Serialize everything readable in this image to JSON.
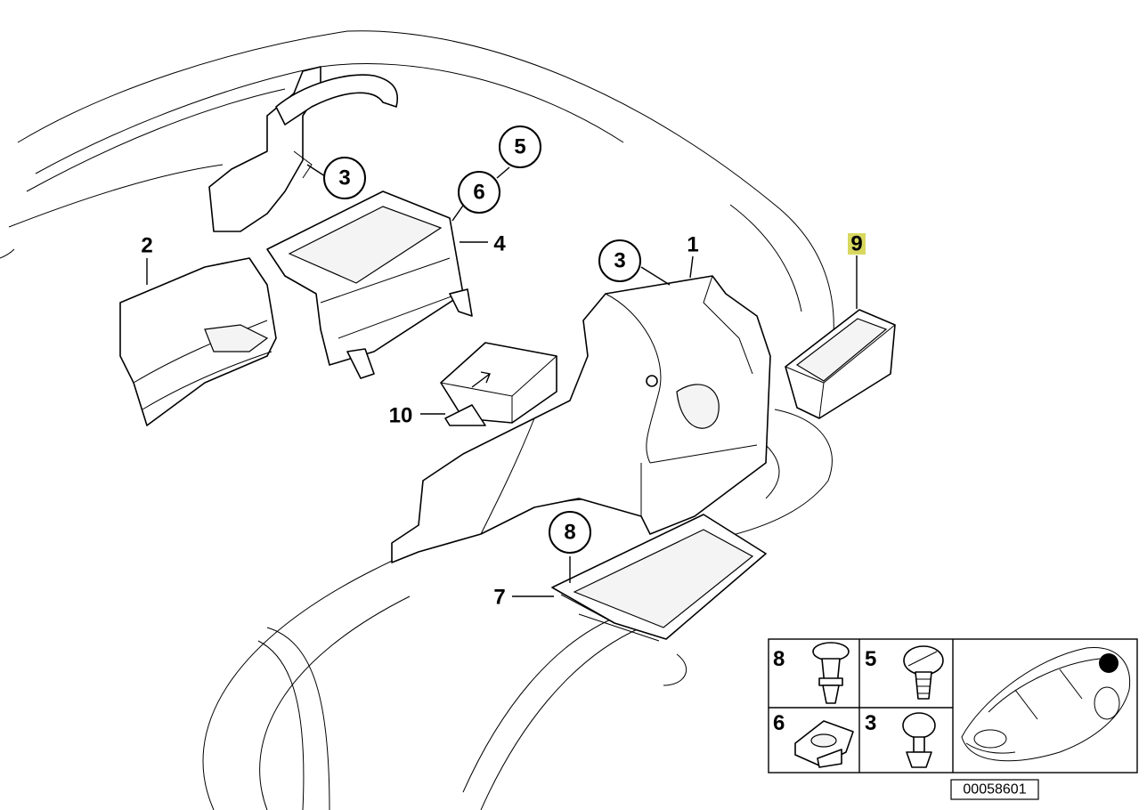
{
  "callouts": {
    "c1": "1",
    "c2": "2",
    "c3a": "3",
    "c3b": "3",
    "c4": "4",
    "c5": "5",
    "c6": "6",
    "c7": "7",
    "c8": "8",
    "c9": "9",
    "c10": "10"
  },
  "legend": {
    "cells": [
      "8",
      "5",
      "6",
      "3"
    ]
  },
  "reference_number": "00058601",
  "colors": {
    "highlight": "#d8d860",
    "line": "#000000",
    "background": "#ffffff"
  }
}
